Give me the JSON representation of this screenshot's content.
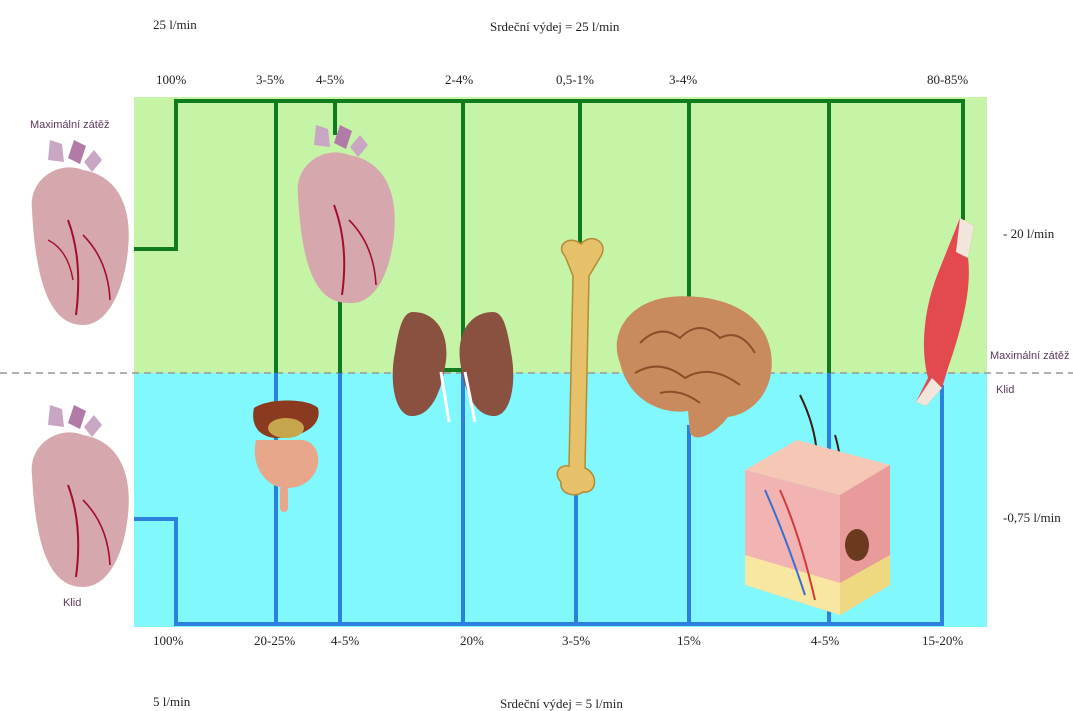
{
  "top": {
    "total_flow": "25 l/min",
    "cardiac_output": "Srdeční výdej = 25 l/min",
    "percentages": [
      "100%",
      "3-5%",
      "4-5%",
      "2-4%",
      "0,5-1%",
      "3-4%",
      "80-85%"
    ]
  },
  "bottom": {
    "total_flow": "5 l/min",
    "cardiac_output": "Srdeční výdej = 5 l/min",
    "percentages": [
      "100%",
      "20-25%",
      "4-5%",
      "20%",
      "3-5%",
      "15%",
      "4-5%",
      "15-20%"
    ]
  },
  "labels": {
    "max_load_heart": "Maximální zátěž",
    "rest_heart": "Klid",
    "max_load_side": "Maximální zátěž",
    "rest_side": "Klid",
    "muscle_flow_max": "- 20 l/min",
    "muscle_flow_rest": "-0,75 l/min"
  },
  "colors": {
    "exercise_bg": "#c6f4a6",
    "rest_bg": "#80f8fd",
    "exercise_line": "#0f7a1e",
    "rest_line": "#2d7fe0"
  },
  "organs": [
    "heart-icon",
    "liver-icon",
    "kidney-icon",
    "bone-icon",
    "brain-icon",
    "skin-icon",
    "muscle-icon"
  ]
}
